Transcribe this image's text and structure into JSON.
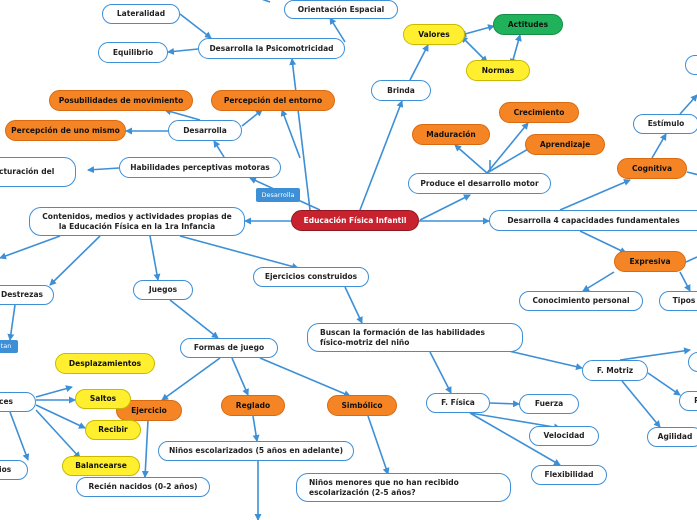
{
  "center": "Educación Física Infantil",
  "nodes": {
    "lateralidad": "Lateralidad",
    "orientacion_espacial": "Orientación Espacial",
    "equilibrio": "Equilibrio",
    "desarrolla_psicomotricidad": "Desarrolla la Psicomotricidad",
    "valores": "Valores",
    "actitudes": "Actitudes",
    "normas": "Normas",
    "brinda": "Brinda",
    "posibilidades_movimiento": "Posubilidades de movimiento",
    "percepcion_entorno": "Percepción del entorno",
    "percepcion_mismo": "Percepción de uno mismo",
    "desarrolla": "Desarrolla",
    "crecimiento": "Crecimiento",
    "maduracion": "Maduración",
    "aprendizaje": "Aprendizaje",
    "estructuracion": "cturación del",
    "habilidades_perceptivas": "Habilidades perceptivas motoras",
    "produce_desarrollo": "Produce el desarrollo motor",
    "estimulo": "Estímulo",
    "cognitiva": "Cognitiva",
    "desarrolla_label": "Desarrolla",
    "contenidos": "Contenidos, medios y actividades propias de\nla Educación Física en la 1ra Infancia",
    "desarrolla_4": "Desarrolla 4 capacidades fundamentales",
    "destrezas": "Destrezas",
    "juegos": "Juegos",
    "ejercicios_construidos": "Ejercicios construidos",
    "expresiva": "Expresiva",
    "conocimiento_personal": "Conocimiento personal",
    "tipos": "Tipos",
    "blue_left": "tan",
    "buscan": "Buscan la formación de las habilidades\nfísico-motriz del niño",
    "formas_juego": "Formas de juego",
    "desplazamientos": "Desplazamientos",
    "ces": "ces",
    "saltos": "Saltos",
    "ejercicio": "Ejercicio",
    "reglado": "Reglado",
    "simbolico": "Simbólico",
    "f_fisica": "F. Física",
    "fuerza": "Fuerza",
    "f_motriz": "F. Motriz",
    "recibir": "Recibir",
    "velocidad": "Velocidad",
    "r_right": "R",
    "agilidad": "Agilidad",
    "ninos_escolarizados": "Niños escolarizados (5 años en adelante)",
    "balancearse": "Balancearse",
    "ios": "ios",
    "flexibilidad": "Flexibilidad",
    "ninos_menores": "Niños menores que no han recibido\nescolarización (2-5 años?",
    "recien_nacidos": "Recién nacidos (0-2 años)"
  },
  "colors": {
    "line": "#3d8fd6",
    "orange": "#f58424",
    "yellow": "#ffef2e",
    "green": "#1fb25a",
    "red": "#c8222f"
  }
}
